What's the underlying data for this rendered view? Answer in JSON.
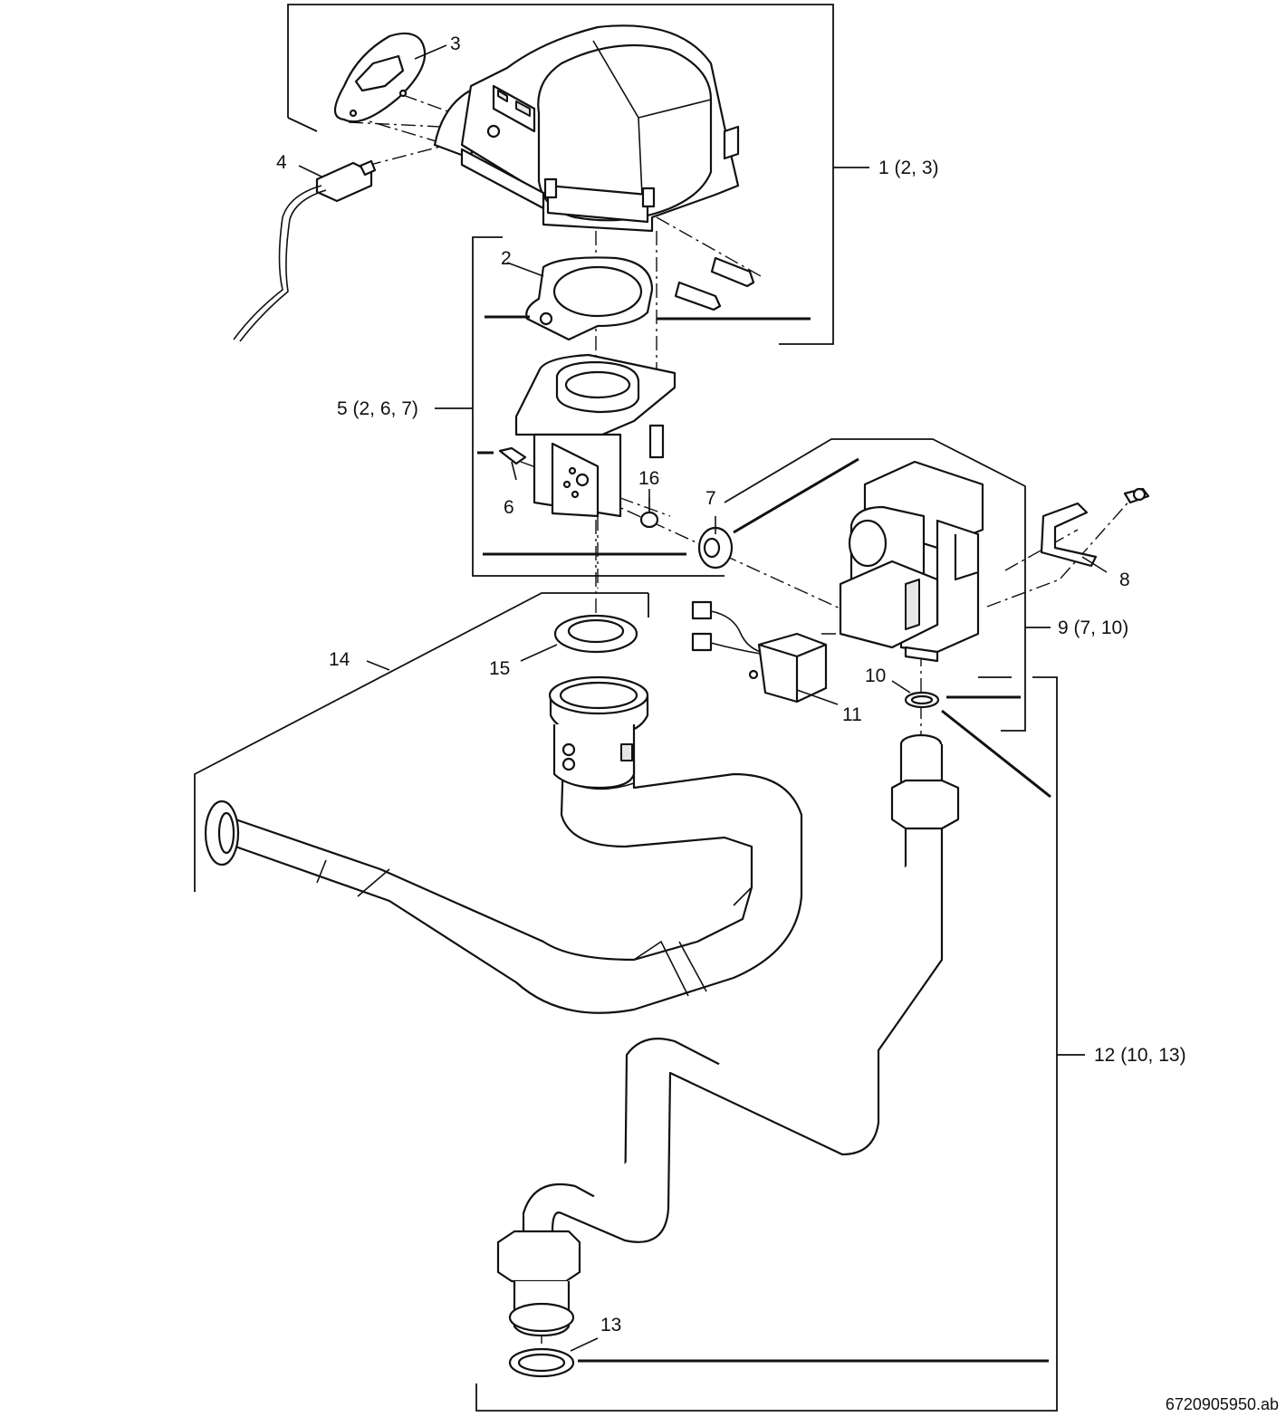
{
  "diagram": {
    "callouts": {
      "c1": "1 (2, 3)",
      "c2": "2",
      "c3": "3",
      "c4": "4",
      "c5": "5 (2, 6, 7)",
      "c6": "6",
      "c7": "7",
      "c8": "8",
      "c9": "9 (7, 10)",
      "c10": "10",
      "c11": "11",
      "c12": "12 (10, 13)",
      "c13": "13",
      "c14": "14",
      "c15": "15",
      "c16": "16"
    },
    "reference_code": "6720905950.ab"
  }
}
